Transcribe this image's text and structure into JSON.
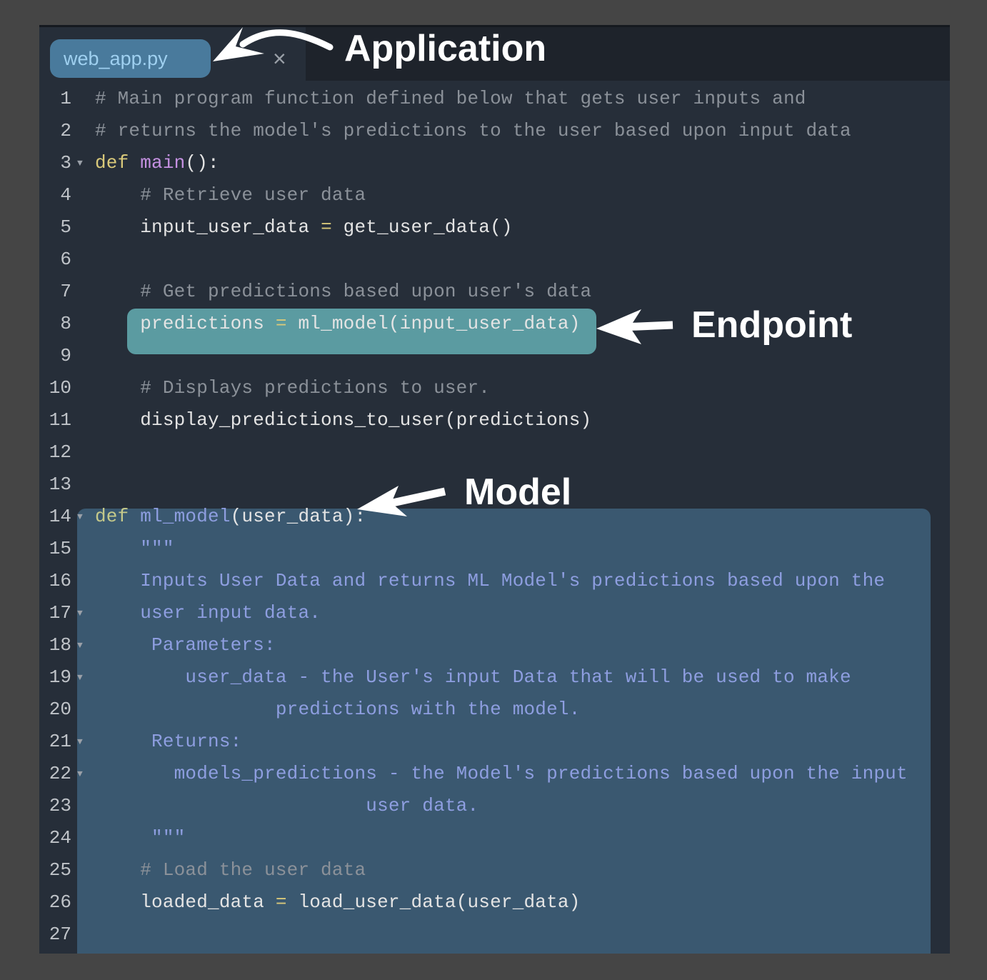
{
  "tab": {
    "filename": "web_app.py",
    "close_label": "×"
  },
  "annotations": {
    "application": "Application",
    "endpoint": "Endpoint",
    "model": "Model"
  },
  "colors": {
    "accent_tab": "#497a9c",
    "endpoint_highlight": "#5b9ba1",
    "model_highlight": "#3a5870"
  },
  "lines": [
    {
      "n": "1",
      "fold": false,
      "tokens": [
        [
          "# Main program function defined below that gets user inputs and",
          "comment"
        ]
      ]
    },
    {
      "n": "2",
      "fold": false,
      "tokens": [
        [
          "# returns the model's predictions to the user based upon input data",
          "comment"
        ]
      ]
    },
    {
      "n": "3",
      "fold": true,
      "tokens": [
        [
          "def ",
          "kw"
        ],
        [
          "main",
          "fn"
        ],
        [
          "():",
          "plain"
        ]
      ]
    },
    {
      "n": "4",
      "fold": false,
      "tokens": [
        [
          "    # Retrieve user data",
          "comment"
        ]
      ]
    },
    {
      "n": "5",
      "fold": false,
      "tokens": [
        [
          "    input_user_data ",
          "plain"
        ],
        [
          "=",
          "op"
        ],
        [
          " get_user_data()",
          "plain"
        ]
      ]
    },
    {
      "n": "6",
      "fold": false,
      "tokens": []
    },
    {
      "n": "7",
      "fold": false,
      "tokens": [
        [
          "    # Get predictions based upon user's data",
          "comment"
        ]
      ]
    },
    {
      "n": "8",
      "fold": false,
      "tokens": [
        [
          "    predictions ",
          "plain"
        ],
        [
          "=",
          "op"
        ],
        [
          " ml_model(input_user_data)",
          "plain"
        ]
      ]
    },
    {
      "n": "9",
      "fold": false,
      "tokens": []
    },
    {
      "n": "10",
      "fold": false,
      "tokens": [
        [
          "    # Displays predictions to user.",
          "comment"
        ]
      ]
    },
    {
      "n": "11",
      "fold": false,
      "tokens": [
        [
          "    display_predictions_to_user(predictions)",
          "plain"
        ]
      ]
    },
    {
      "n": "12",
      "fold": false,
      "tokens": []
    },
    {
      "n": "13",
      "fold": false,
      "tokens": []
    },
    {
      "n": "14",
      "fold": true,
      "tokens": [
        [
          "def ",
          "def2"
        ],
        [
          "ml_model",
          "fn2"
        ],
        [
          "(user_data):",
          "plain"
        ]
      ]
    },
    {
      "n": "15",
      "fold": false,
      "tokens": [
        [
          "    \"\"\"",
          "doc"
        ]
      ]
    },
    {
      "n": "16",
      "fold": false,
      "tokens": [
        [
          "    Inputs User Data and returns ML Model's predictions based upon the",
          "doc"
        ]
      ]
    },
    {
      "n": "17",
      "fold": true,
      "tokens": [
        [
          "    user input data.",
          "doc"
        ]
      ]
    },
    {
      "n": "18",
      "fold": true,
      "tokens": [
        [
          "     Parameters:",
          "doc"
        ]
      ]
    },
    {
      "n": "19",
      "fold": true,
      "tokens": [
        [
          "        user_data - the User's input Data that will be used to make",
          "doc"
        ]
      ]
    },
    {
      "n": "20",
      "fold": false,
      "tokens": [
        [
          "                predictions with the model.",
          "doc"
        ]
      ]
    },
    {
      "n": "21",
      "fold": true,
      "tokens": [
        [
          "     Returns:",
          "doc"
        ]
      ]
    },
    {
      "n": "22",
      "fold": true,
      "tokens": [
        [
          "       models_predictions - the Model's predictions based upon the input",
          "doc"
        ]
      ]
    },
    {
      "n": "23",
      "fold": false,
      "tokens": [
        [
          "                        user data.",
          "doc"
        ]
      ]
    },
    {
      "n": "24",
      "fold": false,
      "tokens": [
        [
          "     \"\"\"",
          "doc"
        ]
      ]
    },
    {
      "n": "25",
      "fold": false,
      "tokens": [
        [
          "    # Load the user data",
          "comment"
        ]
      ]
    },
    {
      "n": "26",
      "fold": false,
      "tokens": [
        [
          "    loaded_data ",
          "plain"
        ],
        [
          "=",
          "op"
        ],
        [
          " load_user_data(user_data)",
          "plain"
        ]
      ]
    },
    {
      "n": "27",
      "fold": false,
      "tokens": []
    }
  ]
}
